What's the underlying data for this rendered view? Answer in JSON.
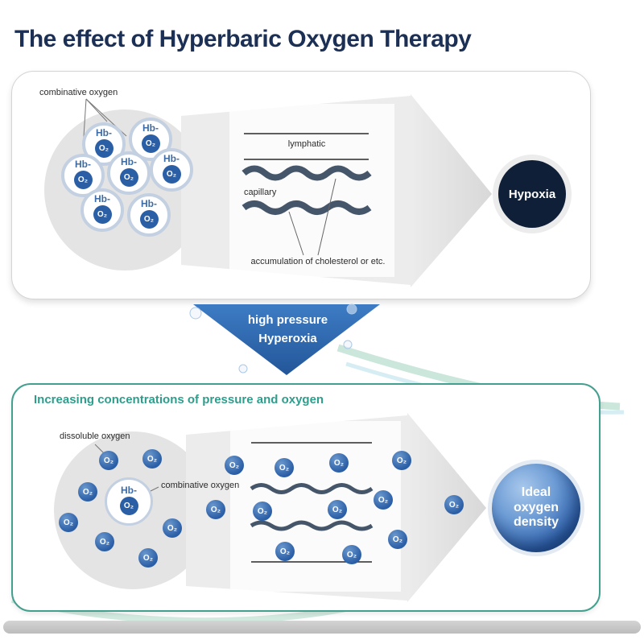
{
  "page": {
    "title": "The effect of Hyperbaric Oxygen Therapy"
  },
  "top_panel": {
    "combinative_label": "combinative oxygen",
    "hb_label": "Hb-",
    "o2_label": "O₂",
    "lymphatic_label": "lymphatic",
    "capillary_label": "capillary",
    "cholesterol_label": "accumulation of cholesterol or etc.",
    "result_label": "Hypoxia"
  },
  "transition": {
    "line1": "high pressure",
    "line2": "Hyperoxia"
  },
  "bottom_panel": {
    "title": "Increasing concentrations of pressure and oxygen",
    "dissoluble_label": "dissoluble oxygen",
    "combinative_label": "combinative oxygen",
    "hb_label": "Hb-",
    "o2_label": "O₂",
    "result_label": "Ideal oxygen density"
  },
  "colors": {
    "title_navy": "#1c2f55",
    "teal_accent": "#2f9d8c",
    "oxygen_blue": "#2b5fa5",
    "hypoxia_navy": "#101f38",
    "arrow_blue": "#2e6cb2",
    "vessel_slate": "#46566a"
  }
}
